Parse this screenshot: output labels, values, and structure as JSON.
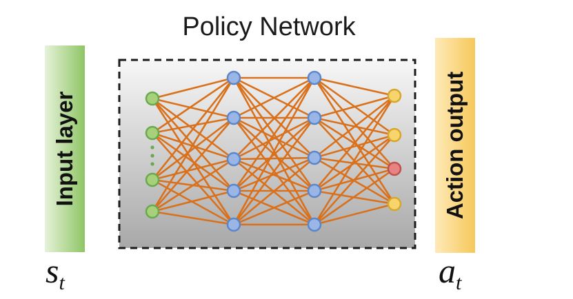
{
  "title": "Policy Network",
  "input_label": "Input layer",
  "output_label": "Action output",
  "input_symbol": {
    "base": "s",
    "sub": "t"
  },
  "output_symbol": {
    "base": "a",
    "sub": "t"
  },
  "colors": {
    "edge": "#d9711c",
    "input_node": "#a6d07a",
    "input_node_stroke": "#6aa84f",
    "hidden_node": "#9ab6e6",
    "hidden_node_stroke": "#5b86c9",
    "output_node": "#f7d56c",
    "output_node_stroke": "#d6a72c",
    "highlight_node": "#e88383",
    "highlight_node_stroke": "#c0504d",
    "box_border": "#1a1a1a"
  },
  "network": {
    "layers": [
      {
        "role": "input",
        "nodes": 4,
        "ellipsis": true
      },
      {
        "role": "hidden",
        "nodes": 5
      },
      {
        "role": "hidden",
        "nodes": 5
      },
      {
        "role": "output",
        "nodes": 4,
        "highlight_index": 2
      }
    ]
  }
}
